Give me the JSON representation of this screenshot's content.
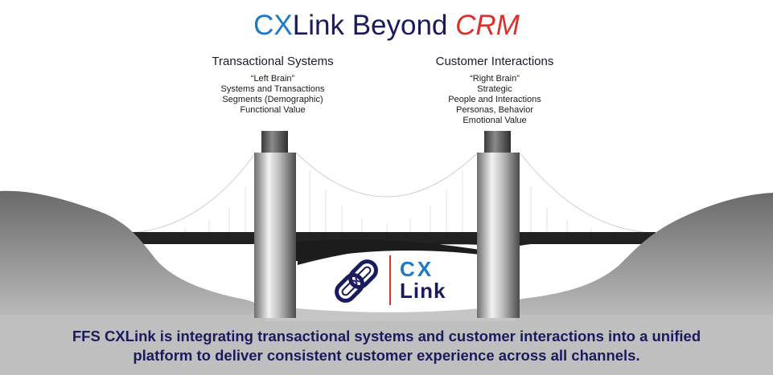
{
  "title": {
    "part1": "CX",
    "part2": "Link Beyond ",
    "part3": "CRM"
  },
  "left_column": {
    "heading": "Transactional Systems",
    "lines": [
      "“Left Brain”",
      "Systems and Transactions",
      "Segments (Demographic)",
      "Functional Value"
    ]
  },
  "right_column": {
    "heading": "Customer Interactions",
    "lines": [
      "“Right Brain”",
      "Strategic",
      "People and Interactions",
      "Personas, Behavior",
      "Emotional Value"
    ]
  },
  "logo": {
    "line1": "CX",
    "line2": "Link",
    "icon": "chain-link-icon"
  },
  "caption": {
    "line1": "FFS CXLink is integrating transactional systems and customer interactions into a unified",
    "line2": "platform to deliver consistent customer experience across all channels."
  },
  "colors": {
    "accent_blue": "#1f78c8",
    "accent_red": "#d9312c",
    "navy": "#1a1a5e"
  }
}
